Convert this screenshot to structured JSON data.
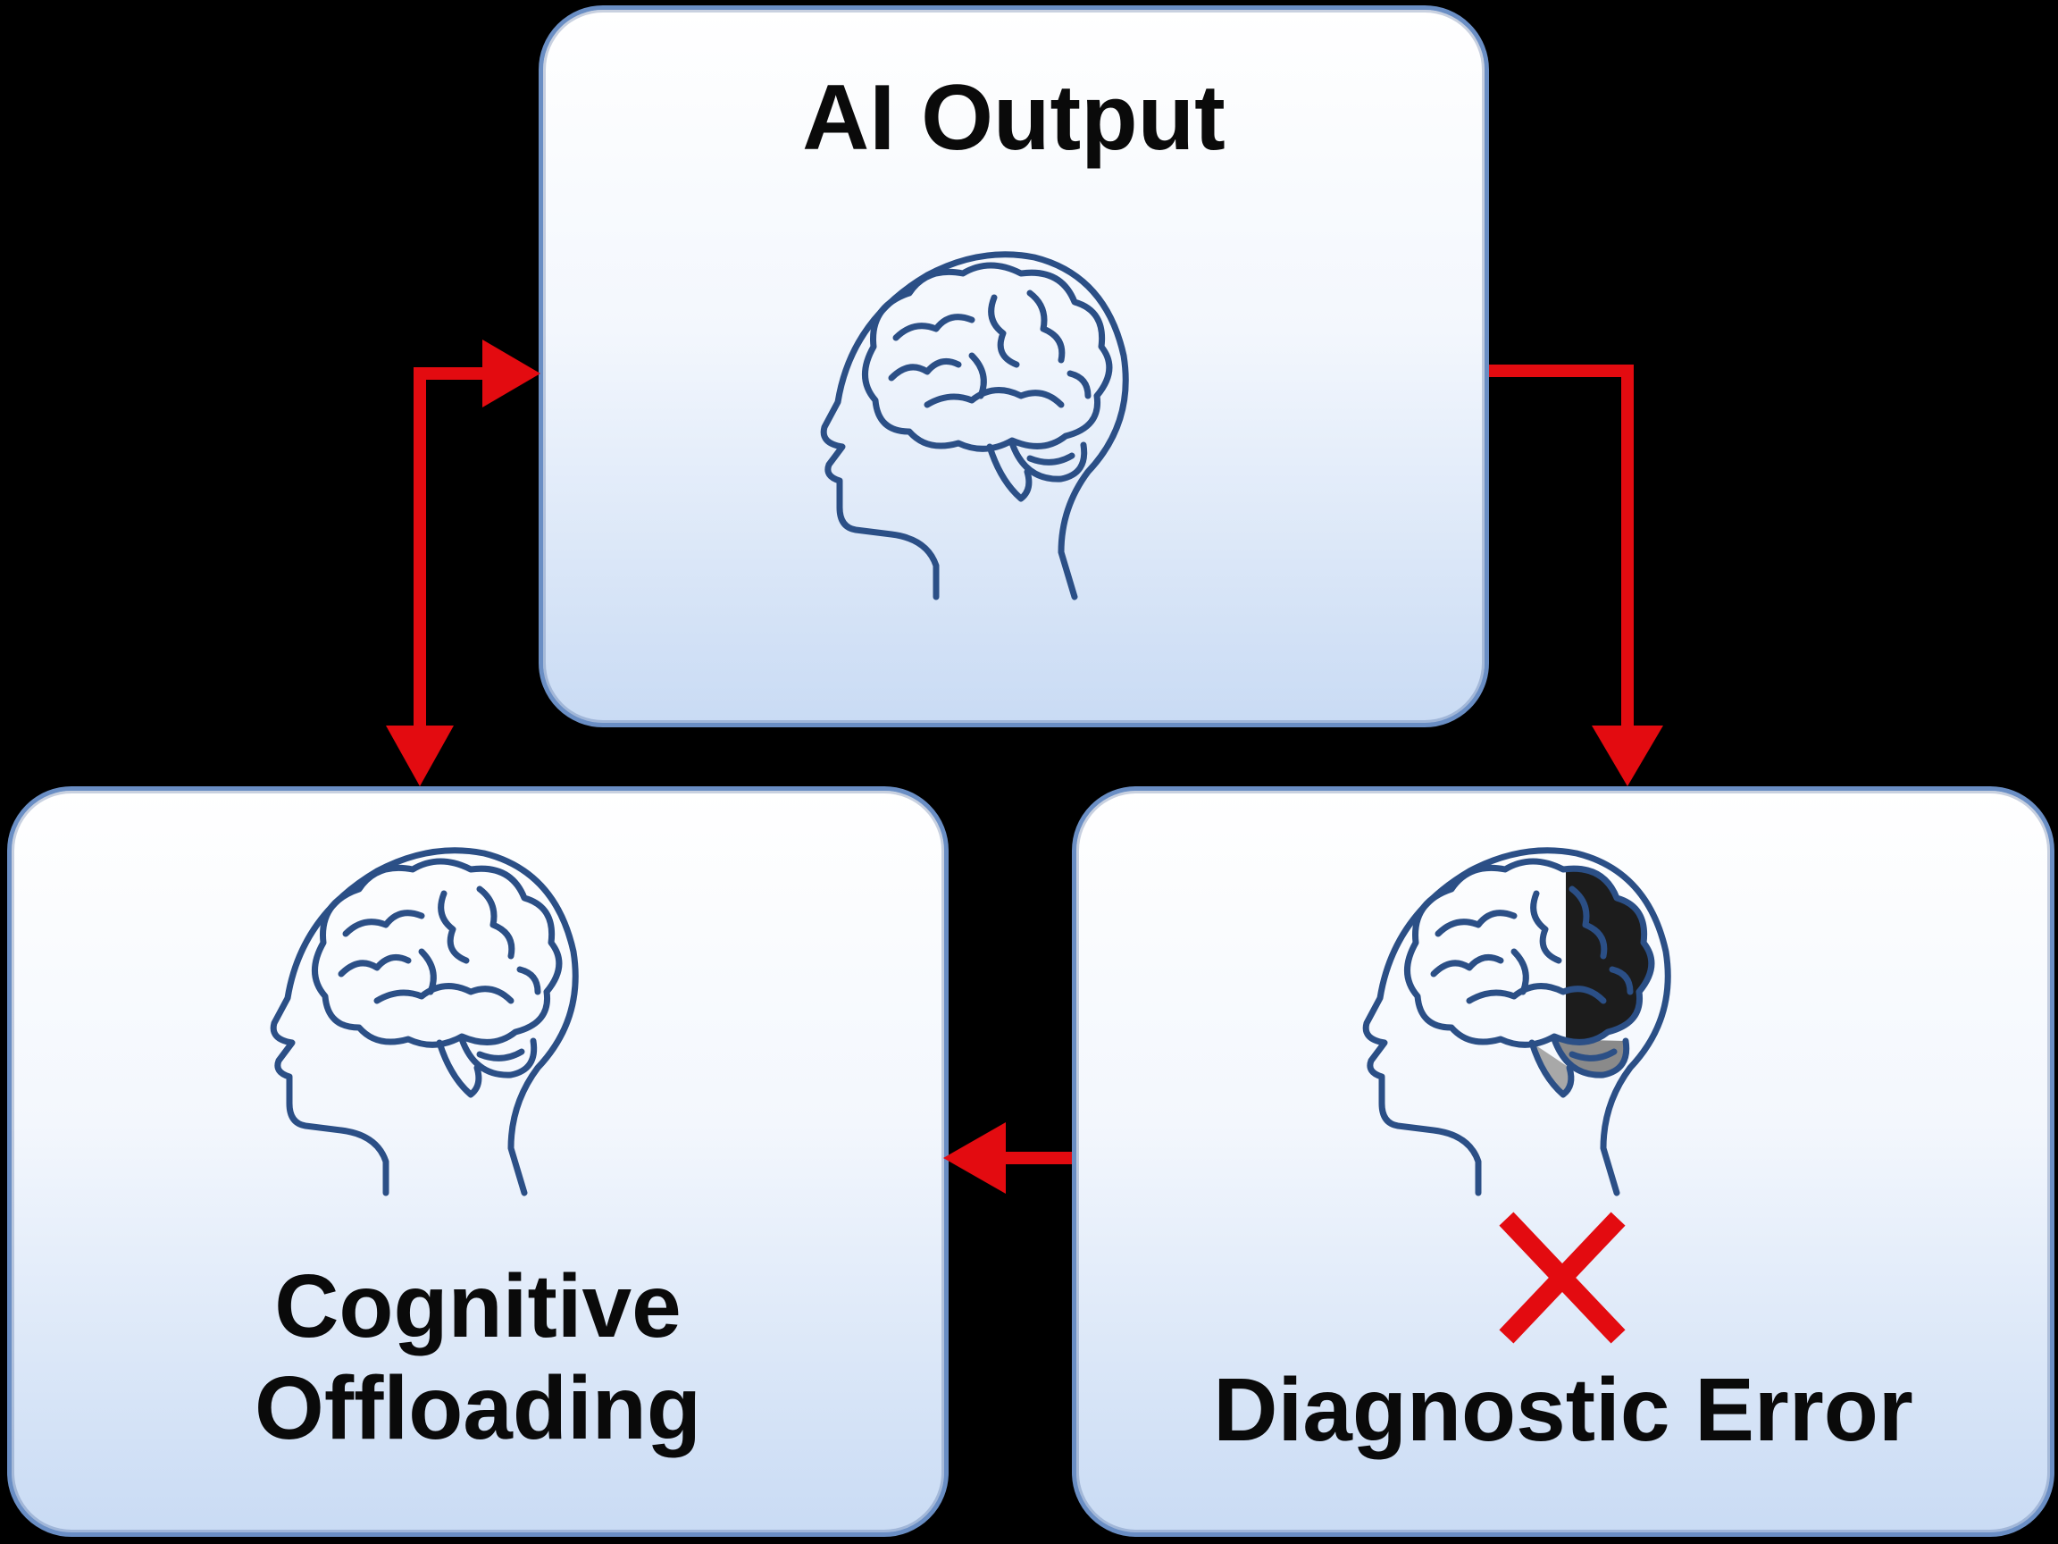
{
  "diagram": {
    "nodes": [
      {
        "id": "top",
        "lines": [
          "AI Output"
        ],
        "icon": "head-brain-icon"
      },
      {
        "id": "left",
        "lines": [
          "Cognitive",
          "Offloading"
        ],
        "icon": "head-brain-icon"
      },
      {
        "id": "right",
        "lines": [
          "Diagnostic Error"
        ],
        "icon": "head-brain-darkened-icon",
        "marker": "red-x-icon"
      }
    ],
    "edges": [
      {
        "from": "left",
        "to": "top",
        "direction": "bidirectional"
      },
      {
        "from": "top",
        "to": "right",
        "direction": "forward"
      },
      {
        "from": "right",
        "to": "left",
        "direction": "forward"
      }
    ],
    "colors": {
      "arrow": "#e30b10",
      "card_border": "#6a8ec4",
      "icon_stroke": "#2b4f86",
      "background": "#000000",
      "error_mark": "#e30b10"
    }
  }
}
